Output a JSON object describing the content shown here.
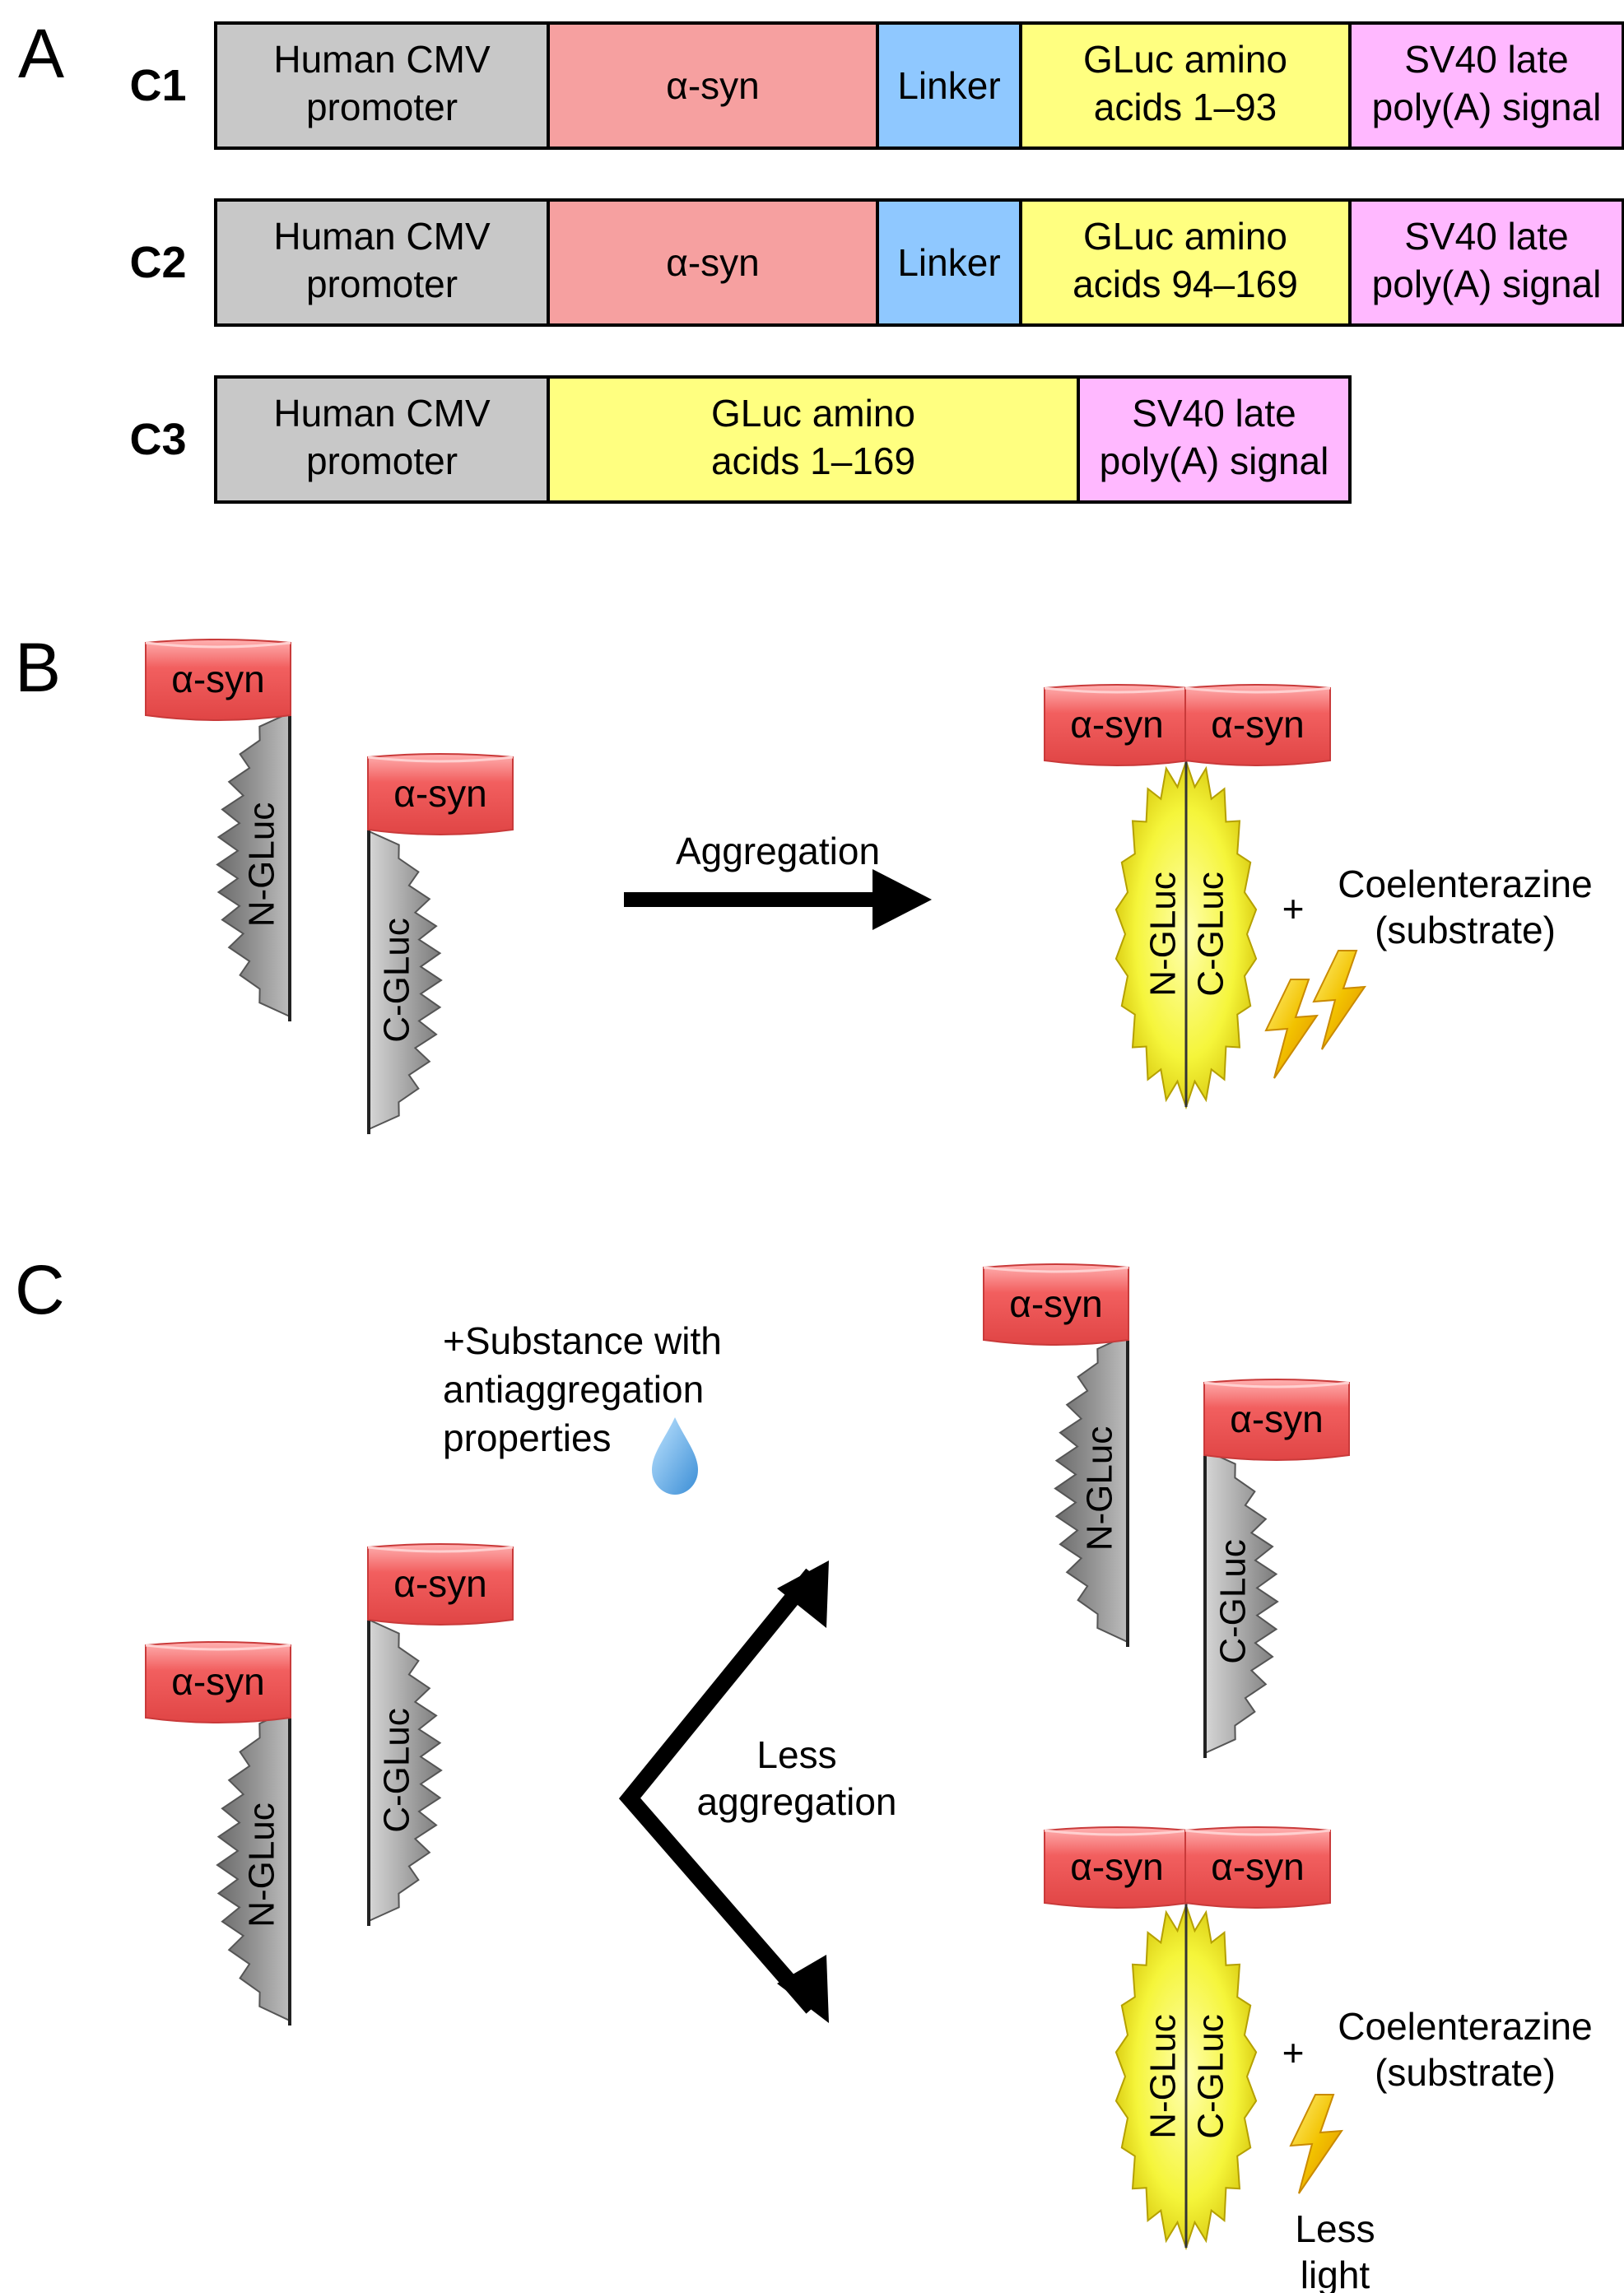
{
  "panels": {
    "a": "A",
    "b": "B",
    "c": "C"
  },
  "constructs": [
    {
      "label": "C1",
      "segments": [
        {
          "line1": "Human CMV",
          "line2": "promoter",
          "color": "#c8c8c8"
        },
        {
          "line1": "α-syn",
          "line2": "",
          "color": "#f6a0a0"
        },
        {
          "line1": "Linker",
          "line2": "",
          "color": "#8fc8ff"
        },
        {
          "line1": "GLuc amino",
          "line2": "acids 1–93",
          "color": "#ffff80"
        },
        {
          "line1": "SV40 late",
          "line2": "poly(A) signal",
          "color": "#ffb8ff"
        }
      ]
    },
    {
      "label": "C2",
      "segments": [
        {
          "line1": "Human CMV",
          "line2": "promoter",
          "color": "#c8c8c8"
        },
        {
          "line1": "α-syn",
          "line2": "",
          "color": "#f6a0a0"
        },
        {
          "line1": "Linker",
          "line2": "",
          "color": "#8fc8ff"
        },
        {
          "line1": "GLuc amino",
          "line2": "acids 94–169",
          "color": "#ffff80"
        },
        {
          "line1": "SV40 late",
          "line2": "poly(A) signal",
          "color": "#ffb8ff"
        }
      ]
    },
    {
      "label": "C3",
      "segments": [
        {
          "line1": "Human CMV",
          "line2": "promoter",
          "color": "#c8c8c8"
        },
        {
          "line1": "GLuc amino",
          "line2": "acids 1–169",
          "color": "#ffff80"
        },
        {
          "line1": "SV40 late",
          "line2": "poly(A) signal",
          "color": "#ffb8ff"
        }
      ]
    }
  ],
  "labels": {
    "asyn": "α-syn",
    "n_gluc": "N-GLuc",
    "c_gluc": "C-GLuc",
    "aggregation": "Aggregation",
    "plus": "+",
    "coelenterazine": "Coelenterazine",
    "substrate": "(substrate)",
    "substance_1": "+Substance with",
    "substance_2": "antiaggregation",
    "substance_3": "properties",
    "less_1": "Less",
    "less_2": "aggregation",
    "less_light_1": "Less",
    "less_light_2": "light"
  },
  "colors": {
    "asyn_fill": "#f25f5f",
    "gluc_gray": "#8f8f8f",
    "gluc_yellow": "#f2f23a",
    "bolt": "#f2c200",
    "drop": "#6fb8ea"
  }
}
